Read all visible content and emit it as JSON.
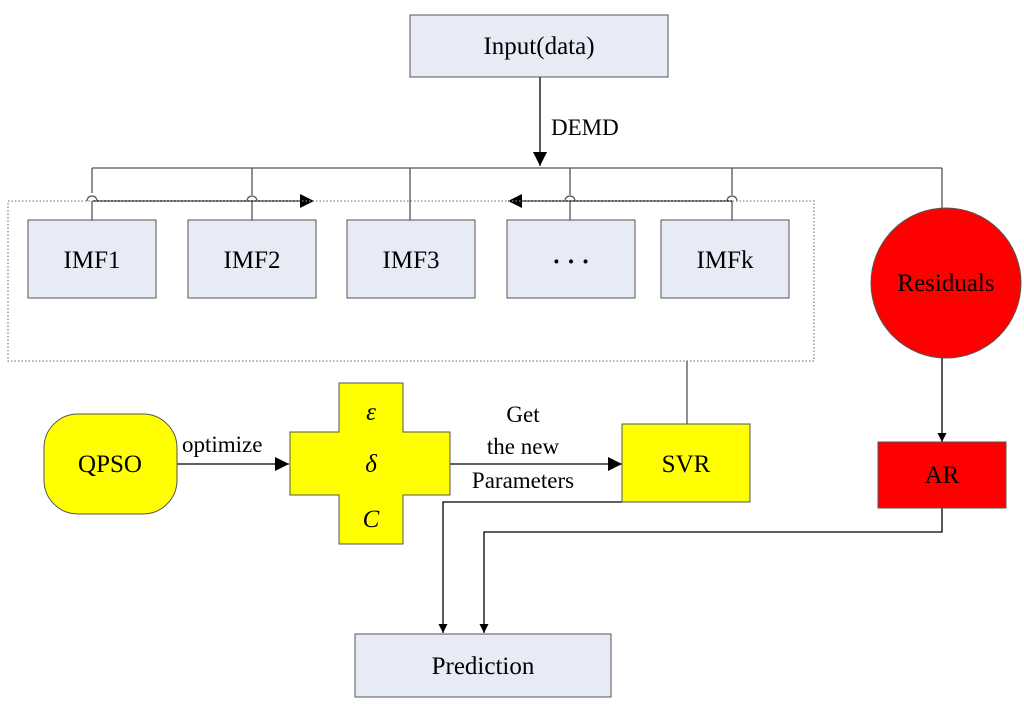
{
  "colors": {
    "box_fill": "#e6ebf5",
    "yellow": "#ffff00",
    "red": "#ff0000",
    "stroke": "#000000",
    "line": "#555555"
  },
  "nodes": {
    "input": "Input(data)",
    "imf1": "IMF1",
    "imf2": "IMF2",
    "imf3": "IMF3",
    "ellipsis": "· · ·",
    "imfk": "IMFk",
    "residuals": "Residuals",
    "qpso": "QPSO",
    "svr": "SVR",
    "ar": "AR",
    "prediction": "Prediction"
  },
  "parameters": {
    "epsilon": "ε",
    "delta": "δ",
    "c": "C"
  },
  "edges": {
    "demd": "DEMD",
    "optimize": "optimize",
    "get_line1": "Get",
    "get_line2": "the new",
    "get_line3": "Parameters"
  }
}
